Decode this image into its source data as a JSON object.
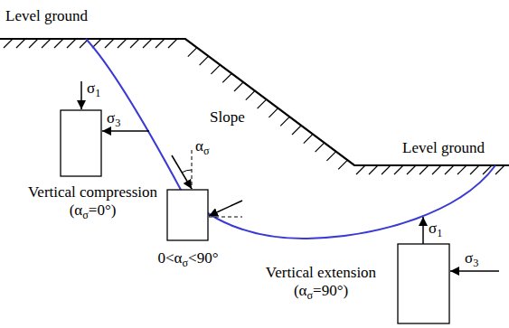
{
  "diagram": {
    "labels": [
      "Level ground",
      "Slope",
      "Level ground",
      "σ1",
      "σ3",
      "Vertical compression (ασ=0°)",
      "ασ",
      "0<ασ<90°",
      "Vertical extension (ασ=90°)",
      "σ1",
      "σ3"
    ]
  }
}
